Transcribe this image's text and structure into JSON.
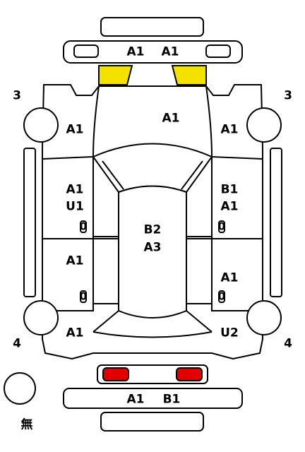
{
  "labels": {
    "front_bumper_left": "A1",
    "front_bumper_right": "A1",
    "hood": "A1",
    "front_fender_left": "A1",
    "front_fender_right": "A1",
    "front_door_left_1": "A1",
    "front_door_left_2": "U1",
    "front_door_left_3": "0",
    "front_door_right_1": "B1",
    "front_door_right_2": "A1",
    "front_door_right_3": "0",
    "roof_1": "B2",
    "roof_2": "A3",
    "rear_door_left_1": "A1",
    "rear_door_left_2": "0",
    "rear_door_right_1": "A1",
    "rear_door_right_2": "0",
    "rear_fender_left": "A1",
    "rear_fender_right": "U2",
    "rear_bumper_left": "A1",
    "rear_bumper_right": "B1",
    "wheel_front_left": "3",
    "wheel_front_right": "3",
    "wheel_rear_left": "4",
    "wheel_rear_right": "4",
    "legend_mark": "無"
  },
  "colors": {
    "headlight": "#f5e100",
    "taillight": "#e00000",
    "outline": "#000000"
  }
}
